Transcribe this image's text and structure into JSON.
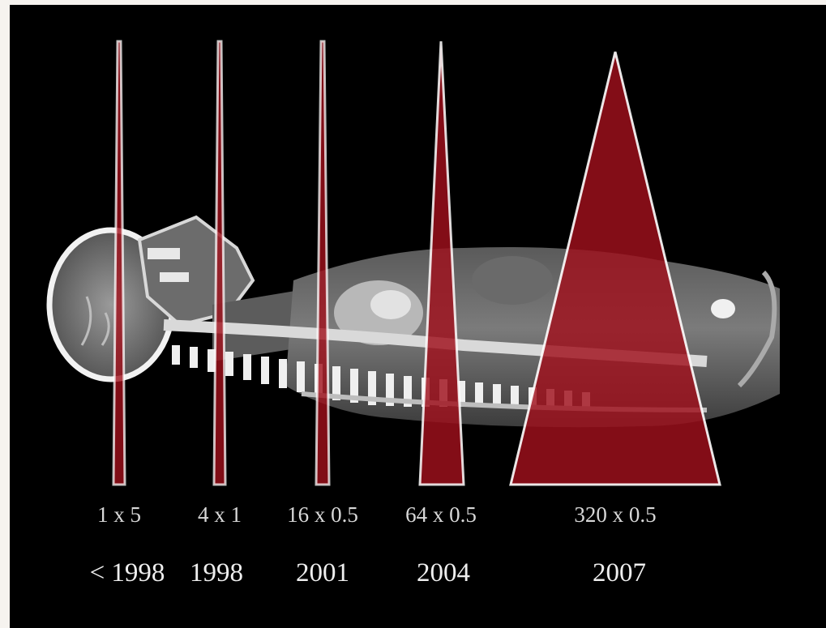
{
  "figure": {
    "subject": "sagittal CT body scan",
    "colors": {
      "background": "#000000",
      "coverage_fill": "#a0101c",
      "coverage_edge": "#ffffff",
      "text": "#e6e6e6"
    },
    "coverages": [
      {
        "spec": "1 x 5",
        "year": "< 1998",
        "relative_width": 1
      },
      {
        "spec": "4 x 1",
        "year": "1998",
        "relative_width": 1
      },
      {
        "spec": "16 x 0.5",
        "year": "2001",
        "relative_width": 1.2
      },
      {
        "spec": "64 x 0.5",
        "year": "2004",
        "relative_width": 5
      },
      {
        "spec": "320 x 0.5",
        "year": "2007",
        "relative_width": 25
      }
    ]
  }
}
